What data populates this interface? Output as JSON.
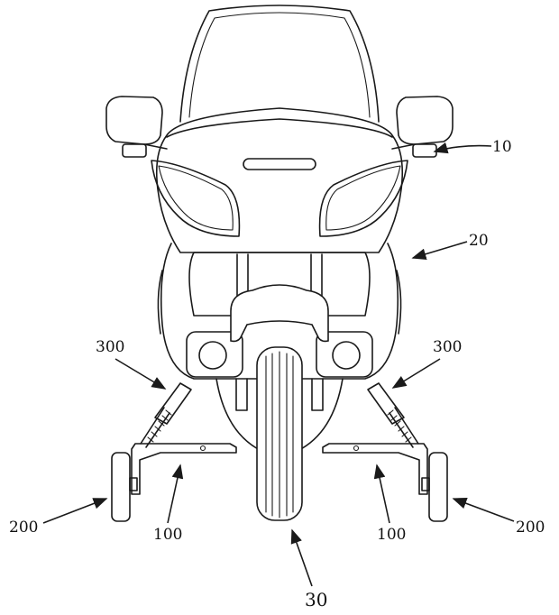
{
  "figure": {
    "labels": {
      "body": "10",
      "cowl": "20",
      "front_wheel": "30",
      "arm_left": "100",
      "arm_right": "100",
      "aux_wheel_left": "200",
      "aux_wheel_right": "200",
      "spring_left": "300",
      "spring_right": "300"
    }
  }
}
